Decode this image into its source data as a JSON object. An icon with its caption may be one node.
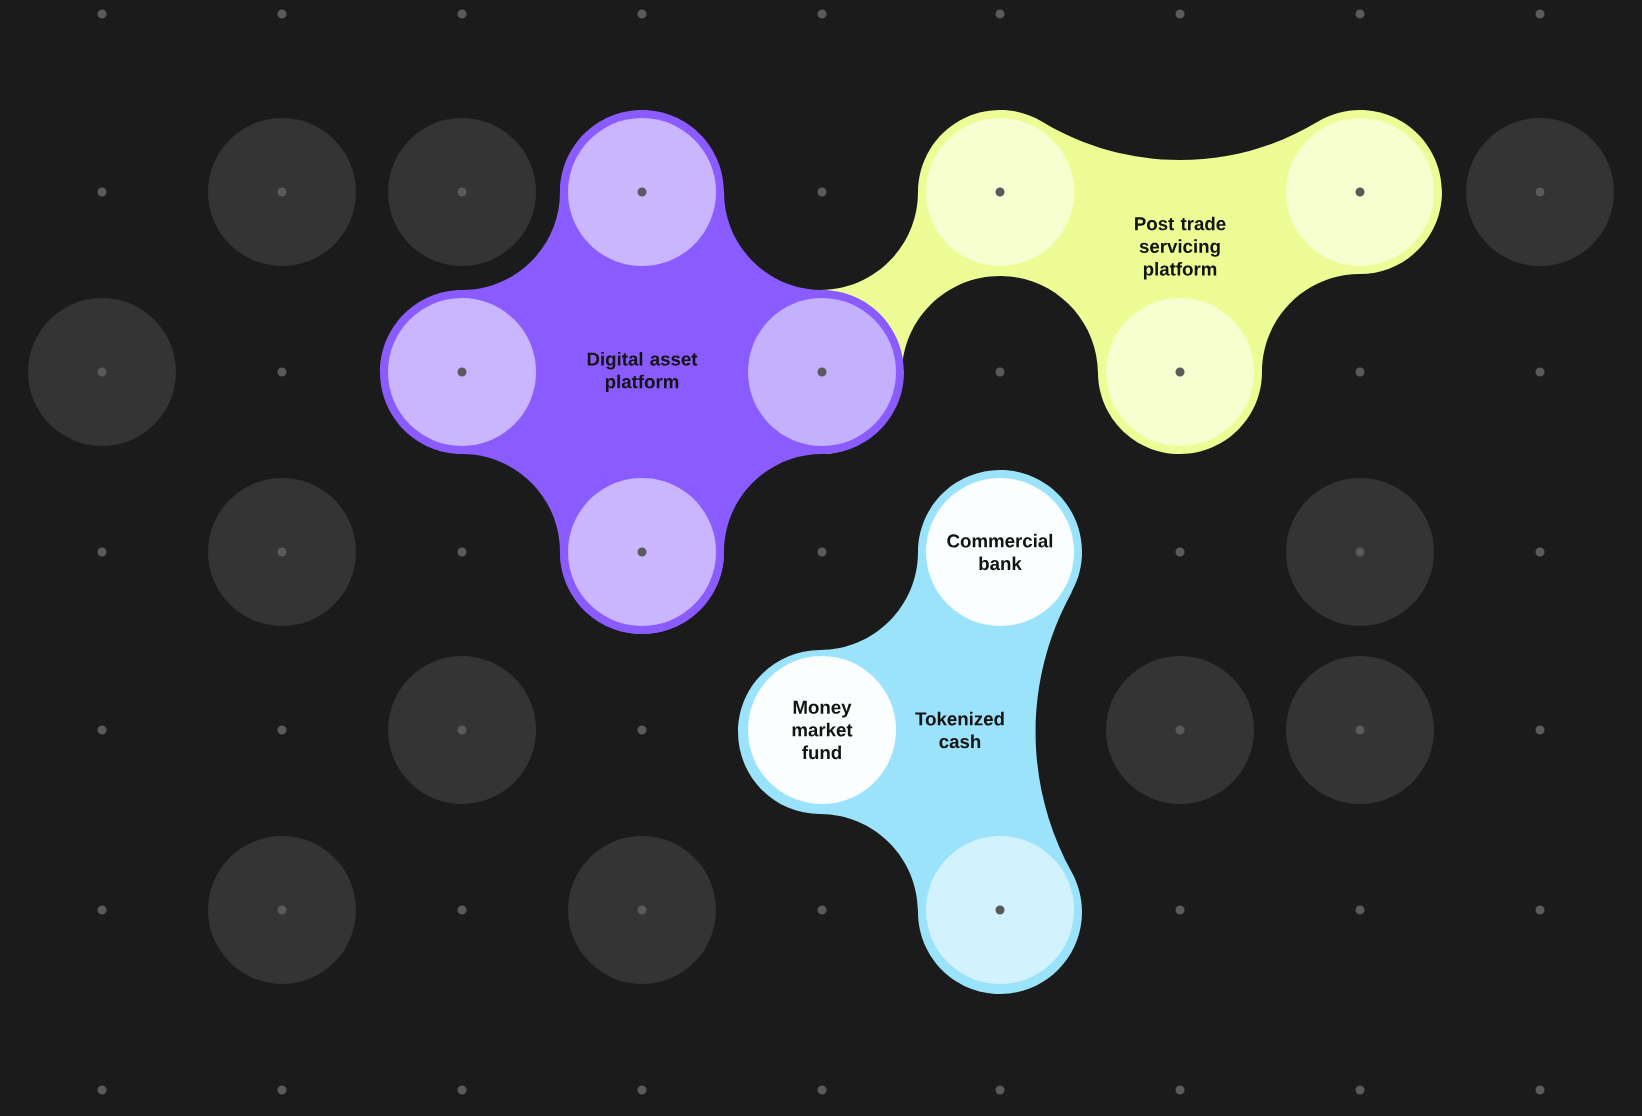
{
  "diagram": {
    "nodes": [
      {
        "text": [
          "Digital asset platform"
        ]
      },
      {
        "text": [],
        "shape": "circle",
        "in": 0
      },
      {
        "text": [],
        "shape": "circle",
        "in": 0
      },
      {
        "text": [],
        "shape": "circle"
      },
      {
        "text": [],
        "shape": "circle",
        "in": 0
      },
      {
        "text": [
          "Post trade servicing platform"
        ]
      },
      {
        "text": [],
        "shape": "circle",
        "in": 5
      },
      {
        "text": [],
        "shape": "circle",
        "in": 5
      },
      {
        "text": [],
        "shape": "circle",
        "in": 5
      },
      {
        "text": [
          "Tokenized cash"
        ]
      },
      {
        "text": [
          "Commercial bank"
        ],
        "in": 9
      },
      {
        "text": [
          "Money market fund"
        ],
        "in": 9
      },
      {
        "text": [],
        "shape": "circle",
        "in": 9
      }
    ]
  }
}
